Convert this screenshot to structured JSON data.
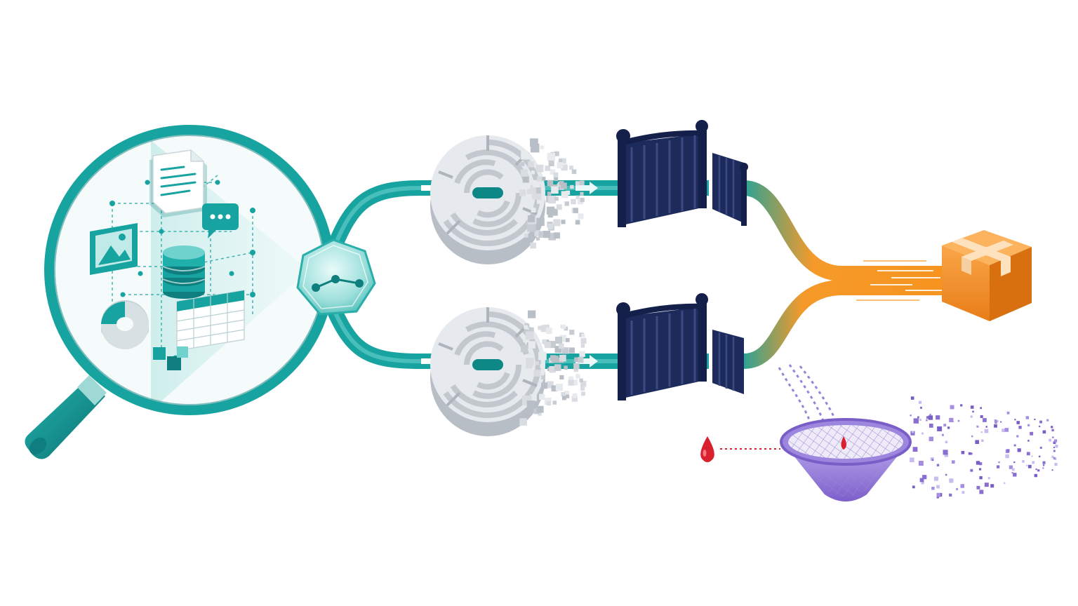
{
  "diagram": {
    "title": "",
    "nodes": [
      {
        "id": "data-source",
        "icon": "magnifier-data-icon",
        "contents": [
          "document-icon",
          "chat-bubble-icon",
          "image-icon",
          "database-icon",
          "pie-chart-icon",
          "table-icon",
          "cube-icon"
        ]
      },
      {
        "id": "router",
        "icon": "hexagon-network-icon"
      },
      {
        "id": "maze-top",
        "icon": "maze-icon"
      },
      {
        "id": "maze-bottom",
        "icon": "maze-icon"
      },
      {
        "id": "gate-top",
        "icon": "gate-icon"
      },
      {
        "id": "gate-bottom",
        "icon": "gate-icon"
      },
      {
        "id": "package",
        "icon": "package-box-icon"
      },
      {
        "id": "filter-funnel",
        "icon": "mesh-funnel-icon"
      },
      {
        "id": "droplet",
        "icon": "red-droplet-icon"
      }
    ],
    "edges": [
      {
        "from": "data-source",
        "to": "router"
      },
      {
        "from": "router",
        "to": "maze-top"
      },
      {
        "from": "router",
        "to": "maze-bottom"
      },
      {
        "from": "maze-top",
        "to": "gate-top"
      },
      {
        "from": "maze-bottom",
        "to": "gate-bottom"
      },
      {
        "from": "gate-top",
        "to": "package"
      },
      {
        "from": "gate-bottom",
        "to": "package"
      },
      {
        "from": "gate-bottom",
        "to": "filter-funnel"
      },
      {
        "from": "droplet",
        "to": "filter-funnel"
      }
    ],
    "colors": {
      "teal": "#17a3a0",
      "teal_dark": "#0e7f7e",
      "teal_light": "#c9ecea",
      "navy": "#1d2b5c",
      "orange": "#f7931e",
      "orange_dark": "#e07512",
      "purple": "#8a6fd1",
      "purple_light": "#cbbcf0",
      "red": "#d8202e",
      "maze_gray": "#d5d9de"
    }
  }
}
